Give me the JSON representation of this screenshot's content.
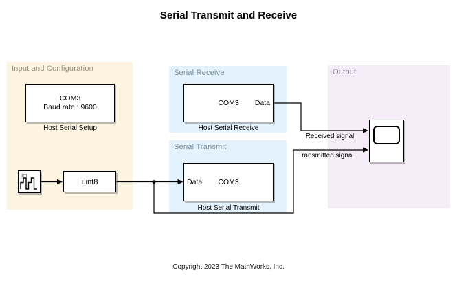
{
  "title": "Serial Transmit and Receive",
  "copyright": "Copyright 2023 The MathWorks, Inc.",
  "colors": {
    "area_input_bg": "#fcf4e1",
    "area_serial_bg": "#e3f2fc",
    "area_output_bg": "#f4edf8",
    "area_input_label": "#9a8f7a",
    "area_serial_label": "#7a90a0",
    "area_output_label": "#90829a",
    "wire": "#000000",
    "block_bg": "#ffffff",
    "block_border": "#000000"
  },
  "areas": {
    "input": {
      "label": "Input and Configuration"
    },
    "receive": {
      "label": "Serial Receive"
    },
    "transmit": {
      "label": "Serial Transmit"
    },
    "output": {
      "label": "Output"
    }
  },
  "blocks": {
    "host_serial_setup": {
      "line1": "COM3",
      "line2": "Baud rate : 9600",
      "label": "Host Serial Setup"
    },
    "counter_limited": {
      "icon_text": "lim"
    },
    "data_type_conversion": {
      "text": "uint8"
    },
    "host_serial_receive": {
      "text": "COM3",
      "port_out": "Data",
      "label": "Host Serial Receive"
    },
    "host_serial_transmit": {
      "port_in": "Data",
      "text": "COM3",
      "label": "Host Serial Transmit"
    }
  },
  "signals": {
    "received": "Received signal",
    "transmitted": "Transmitted signal"
  }
}
